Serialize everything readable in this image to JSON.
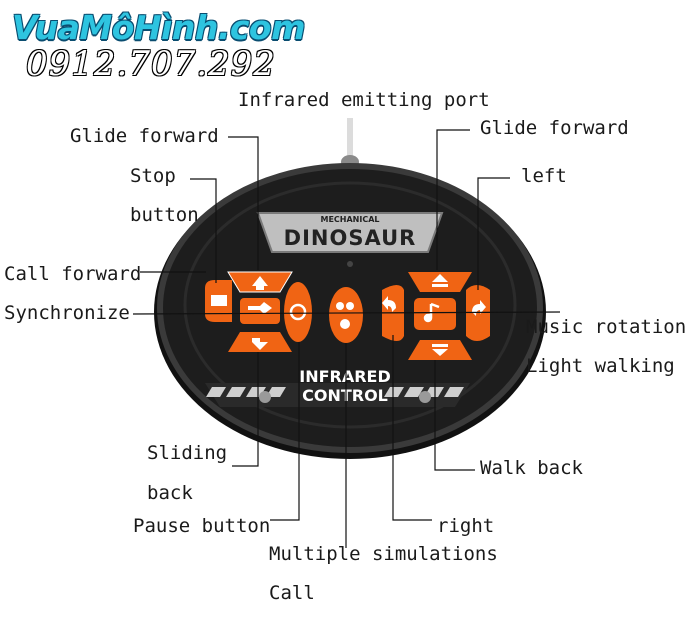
{
  "watermark": {
    "brand": "VuaMôHình.com",
    "phone": "0912.707.292"
  },
  "remote": {
    "brand_top": "MECHANICAL",
    "brand_main": "DINOSAUR",
    "control_line1": "INFRARED",
    "control_line2": "CONTROL"
  },
  "labels": {
    "infrared_port": "Infrared emitting port",
    "glide_forward_left": "Glide forward",
    "glide_forward_right": "Glide forward",
    "stop_1": "Stop",
    "stop_2": "button",
    "left": "left",
    "call_forward": "Call forward",
    "synchronize": "Synchronize",
    "music_rotation": "Music rotation",
    "light_walking": "Light walking",
    "sliding_1": "Sliding",
    "sliding_2": "back",
    "walk_back": "Walk back",
    "pause_button": "Pause button",
    "right": "right",
    "multiple_simulations": "Multiple simulations",
    "call": "Call"
  },
  "colors": {
    "body": "#1d1d1d",
    "rim": "#3a3a3a",
    "button": "#f06414",
    "icon": "#ffffff",
    "panel": "#bfbfbf"
  }
}
